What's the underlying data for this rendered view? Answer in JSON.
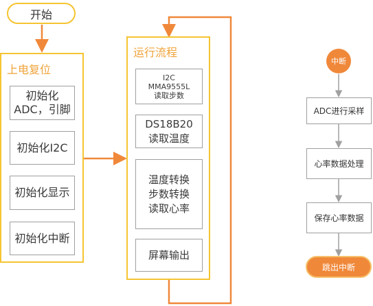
{
  "start": "开始",
  "power_panel": {
    "title": "上电复位",
    "steps": [
      "初始化\nADC，引脚",
      "初始化I2C",
      "初始化显示",
      "初始化中断"
    ]
  },
  "run_panel": {
    "title": "运行流程",
    "steps": [
      "I2C\nMMA9555L\n读取步数",
      "DS18B20\n读取温度",
      "温度转换\n步数转换\n读取心率",
      "屏幕输出"
    ]
  },
  "interrupt": {
    "start": "中断",
    "steps": [
      "ADC进行采样",
      "心率数据处理",
      "保存心率数据"
    ],
    "end": "跳出中断"
  },
  "colors": {
    "accent_orange": "#f0883a",
    "panel_yellow": "#f5c431",
    "arrow_gray": "#a0a0a0"
  }
}
